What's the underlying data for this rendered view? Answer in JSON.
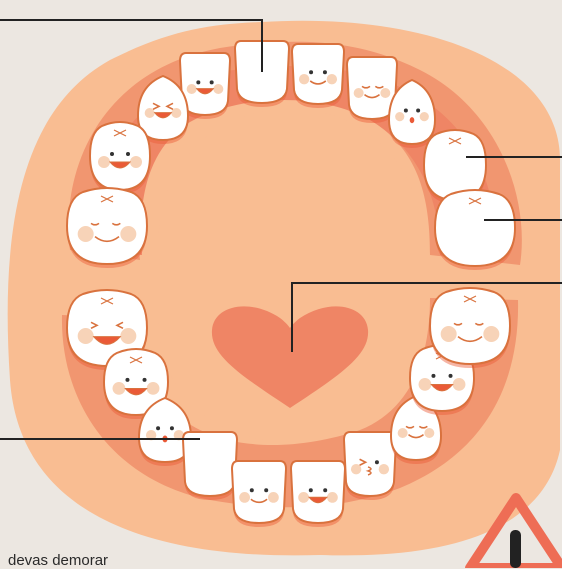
{
  "caption": {
    "text": "devas demorar"
  },
  "colors": {
    "background": "#ece7e1",
    "gum_outer": "#f9bd92",
    "gum_mid": "#f19670",
    "gum_inner": "#ef8565",
    "palate": "#f9bd92",
    "heart": "#ef8565",
    "tooth_fill": "#ffffff",
    "tooth_outline": "#d9723e",
    "mouth": "#ea5a37",
    "cheek": "#f7d3b8",
    "leader_line": "#222222",
    "warning": "#ee6d55"
  },
  "icons": [
    "tooth-icon",
    "heart-icon",
    "warning-icon"
  ],
  "teeth": {
    "upper": [
      {
        "id": "upper-central-incisor-left",
        "face": "none"
      },
      {
        "id": "upper-central-incisor-right",
        "face": "smile"
      },
      {
        "id": "upper-lateral-incisor-left",
        "face": "happy"
      },
      {
        "id": "upper-lateral-incisor-right",
        "face": "sleepy"
      },
      {
        "id": "upper-canine-left",
        "face": "laugh"
      },
      {
        "id": "upper-canine-right",
        "face": "surprised"
      },
      {
        "id": "upper-first-molar-left",
        "face": "grin"
      },
      {
        "id": "upper-first-molar-right",
        "face": "none"
      },
      {
        "id": "upper-second-molar-left",
        "face": "calm"
      },
      {
        "id": "upper-second-molar-right",
        "face": "none"
      }
    ],
    "lower": [
      {
        "id": "lower-second-molar-left",
        "face": "laugh"
      },
      {
        "id": "lower-first-molar-left",
        "face": "grin"
      },
      {
        "id": "lower-canine-left",
        "face": "surprised"
      },
      {
        "id": "lower-lateral-incisor-left",
        "face": "none"
      },
      {
        "id": "lower-central-incisor-left",
        "face": "smile"
      },
      {
        "id": "lower-central-incisor-right",
        "face": "happy"
      },
      {
        "id": "lower-lateral-incisor-right",
        "face": "wink"
      },
      {
        "id": "lower-canine-right",
        "face": "sleepy"
      },
      {
        "id": "lower-first-molar-right",
        "face": "grin"
      },
      {
        "id": "lower-second-molar-right",
        "face": "calm"
      }
    ]
  }
}
